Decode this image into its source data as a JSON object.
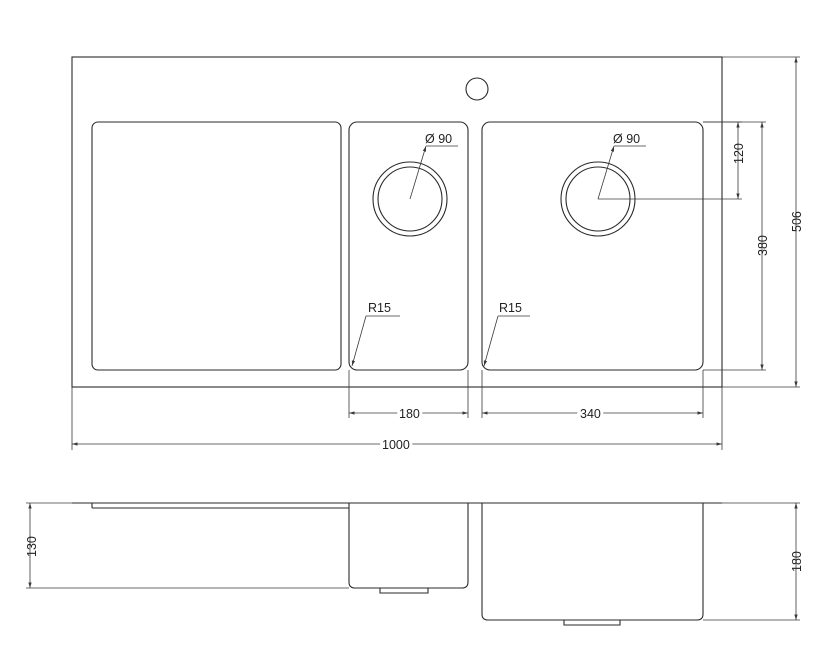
{
  "drawing": {
    "width_total": "1000",
    "depth_total": "506",
    "bowl_depth_inner": "380",
    "drain_offset": "120",
    "small_bowl_width": "180",
    "large_bowl_width": "340",
    "small_drain_dia": "Ø 90",
    "large_drain_dia": "Ø 90",
    "radius_small": "R15",
    "radius_large": "R15",
    "small_bowl_height": "130",
    "large_bowl_height": "180"
  }
}
